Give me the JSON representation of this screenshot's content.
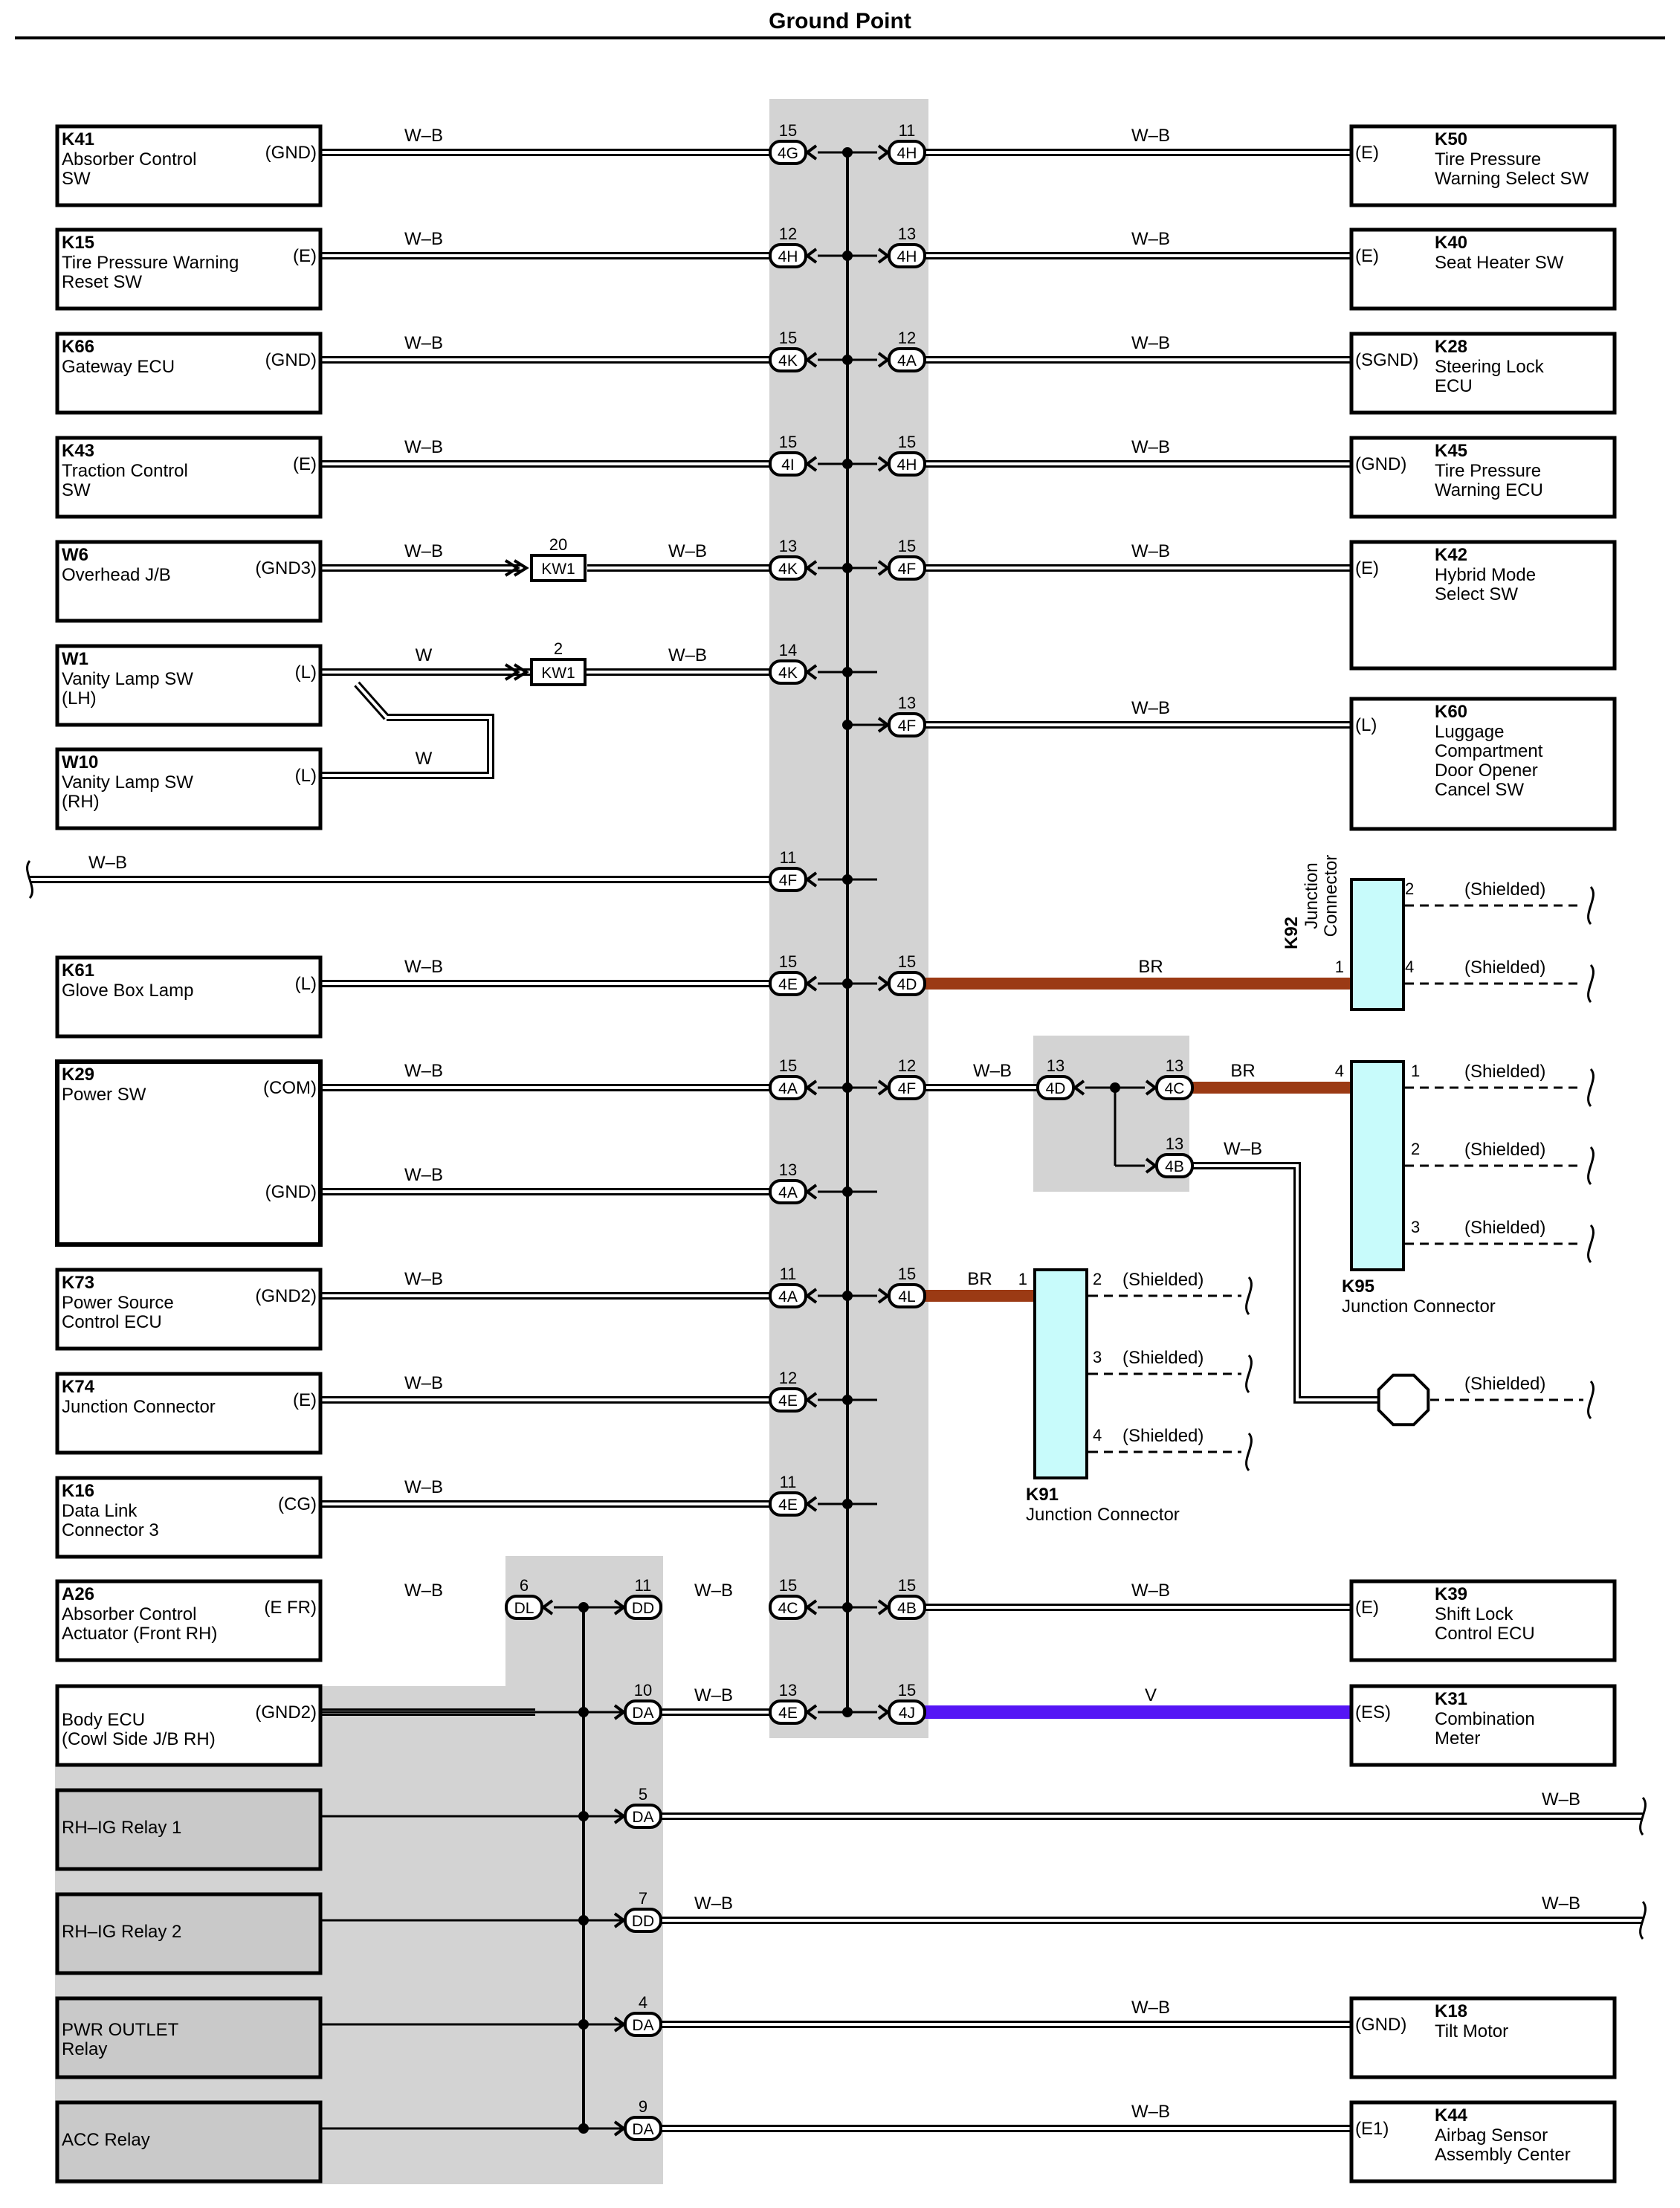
{
  "title": "Ground Point",
  "components": [
    {
      "id": "K41",
      "lines": [
        "Absorber Control",
        "SW"
      ],
      "pin": "(GND)"
    },
    {
      "id": "K15",
      "lines": [
        "Tire Pressure Warning",
        "Reset SW"
      ],
      "pin": "(E)"
    },
    {
      "id": "K66",
      "lines": [
        "Gateway ECU"
      ],
      "pin": "(GND)"
    },
    {
      "id": "K43",
      "lines": [
        "Traction Control",
        "SW"
      ],
      "pin": "(E)"
    },
    {
      "id": "W6",
      "lines": [
        "Overhead J/B"
      ],
      "pin": "(GND3)"
    },
    {
      "id": "W1",
      "lines": [
        "Vanity Lamp SW",
        "(LH)"
      ],
      "pin": "(L)"
    },
    {
      "id": "W10",
      "lines": [
        "Vanity Lamp SW",
        "(RH)"
      ],
      "pin": "(L)"
    },
    {
      "id": "K61",
      "lines": [
        "Glove Box Lamp"
      ],
      "pin": "(L)"
    },
    {
      "id": "K29",
      "lines": [
        "Power SW"
      ],
      "pin": "(COM)",
      "pin2": "(GND)"
    },
    {
      "id": "K73",
      "lines": [
        "Power Source",
        "Control ECU"
      ],
      "pin": "(GND2)"
    },
    {
      "id": "K74",
      "lines": [
        "Junction Connector"
      ],
      "pin": "(E)"
    },
    {
      "id": "K16",
      "lines": [
        "Data Link",
        "Connector 3"
      ],
      "pin": "(CG)"
    },
    {
      "id": "A26",
      "lines": [
        "Absorber Control",
        "Actuator (Front RH)"
      ],
      "pin": "(E FR)"
    },
    {
      "id": "",
      "lines": [
        "Body ECU",
        "(Cowl Side J/B RH)"
      ],
      "pin": "(GND2)"
    },
    {
      "id": "",
      "lines": [
        "RH–IG Relay 1"
      ],
      "pin": ""
    },
    {
      "id": "",
      "lines": [
        "RH–IG Relay 2"
      ],
      "pin": ""
    },
    {
      "id": "",
      "lines": [
        "PWR OUTLET",
        "Relay"
      ],
      "pin": ""
    },
    {
      "id": "",
      "lines": [
        "ACC Relay"
      ],
      "pin": ""
    },
    {
      "id": "K50",
      "lines": [
        "Tire Pressure",
        "Warning Select SW"
      ],
      "pin": "(E)"
    },
    {
      "id": "K40",
      "lines": [
        "Seat Heater SW"
      ],
      "pin": "(E)"
    },
    {
      "id": "K28",
      "lines": [
        "Steering Lock",
        "ECU"
      ],
      "pin": "(SGND)"
    },
    {
      "id": "K45",
      "lines": [
        "Tire Pressure",
        "Warning ECU"
      ],
      "pin": "(GND)"
    },
    {
      "id": "K42",
      "lines": [
        "Hybrid Mode",
        "Select SW"
      ],
      "pin": "(E)"
    },
    {
      "id": "K60",
      "lines": [
        "Luggage",
        "Compartment",
        "Door Opener",
        "Cancel SW"
      ],
      "pin": "(L)"
    },
    {
      "id": "K39",
      "lines": [
        "Shift Lock",
        "Control ECU"
      ],
      "pin": "(E)"
    },
    {
      "id": "K31",
      "lines": [
        "Combination",
        "Meter"
      ],
      "pin": "(ES)"
    },
    {
      "id": "K18",
      "lines": [
        "Tilt Motor"
      ],
      "pin": "(GND)"
    },
    {
      "id": "K44",
      "lines": [
        "Airbag Sensor",
        "Assembly Center"
      ],
      "pin": "(E1)"
    }
  ],
  "connectors": [
    {
      "code": "4G",
      "pin": "15"
    },
    {
      "code": "4H",
      "pin": "11"
    },
    {
      "code": "4H",
      "pin": "12"
    },
    {
      "code": "4H",
      "pin": "13"
    },
    {
      "code": "4K",
      "pin": "15"
    },
    {
      "code": "4A",
      "pin": "12"
    },
    {
      "code": "4I",
      "pin": "15"
    },
    {
      "code": "4H",
      "pin": "15"
    },
    {
      "code": "4K",
      "pin": "13"
    },
    {
      "code": "4F",
      "pin": "15"
    },
    {
      "code": "4K",
      "pin": "14"
    },
    {
      "code": "4F",
      "pin": "13"
    },
    {
      "code": "4F",
      "pin": "11"
    },
    {
      "code": "4E",
      "pin": "15"
    },
    {
      "code": "4D",
      "pin": "15"
    },
    {
      "code": "4A",
      "pin": "15"
    },
    {
      "code": "4F",
      "pin": "12"
    },
    {
      "code": "4A",
      "pin": "13"
    },
    {
      "code": "4A",
      "pin": "11"
    },
    {
      "code": "4L",
      "pin": "15"
    },
    {
      "code": "4E",
      "pin": "12"
    },
    {
      "code": "4E",
      "pin": "11"
    },
    {
      "code": "4C",
      "pin": "15"
    },
    {
      "code": "4B",
      "pin": "15"
    },
    {
      "code": "4E",
      "pin": "13"
    },
    {
      "code": "4J",
      "pin": "15"
    },
    {
      "code": "DL",
      "pin": "6"
    },
    {
      "code": "DD",
      "pin": "11"
    },
    {
      "code": "DA",
      "pin": "10"
    },
    {
      "code": "DA",
      "pin": "5"
    },
    {
      "code": "DD",
      "pin": "7"
    },
    {
      "code": "DA",
      "pin": "4"
    },
    {
      "code": "DA",
      "pin": "9"
    },
    {
      "code": "4D",
      "pin": "13"
    },
    {
      "code": "4C",
      "pin": "13"
    },
    {
      "code": "4B",
      "pin": "13"
    },
    {
      "code": "KW1",
      "pin": "20"
    },
    {
      "code": "KW1",
      "pin": "2"
    }
  ],
  "wire_labels": {
    "wb": "W–B",
    "w": "W",
    "br": "BR",
    "v": "V"
  },
  "shield_label": "(Shielded)",
  "junctions": [
    {
      "id": "K92",
      "lines": [
        "Junction",
        "Connector"
      ],
      "pins": [
        "2",
        "1",
        "4"
      ]
    },
    {
      "id": "K95",
      "lines": [
        "Junction Connector"
      ],
      "pins": [
        "4",
        "1",
        "2",
        "3"
      ]
    },
    {
      "id": "K91",
      "lines": [
        "Junction Connector"
      ],
      "pins": [
        "1",
        "2",
        "3",
        "4"
      ]
    }
  ],
  "colors": {
    "br_wire": "#9b3a14",
    "v_wire": "#5516f5",
    "junction_fill": "#c8fbfb",
    "gray_band": "#d3d3d3",
    "relay_fill": "#c9c9c9"
  }
}
